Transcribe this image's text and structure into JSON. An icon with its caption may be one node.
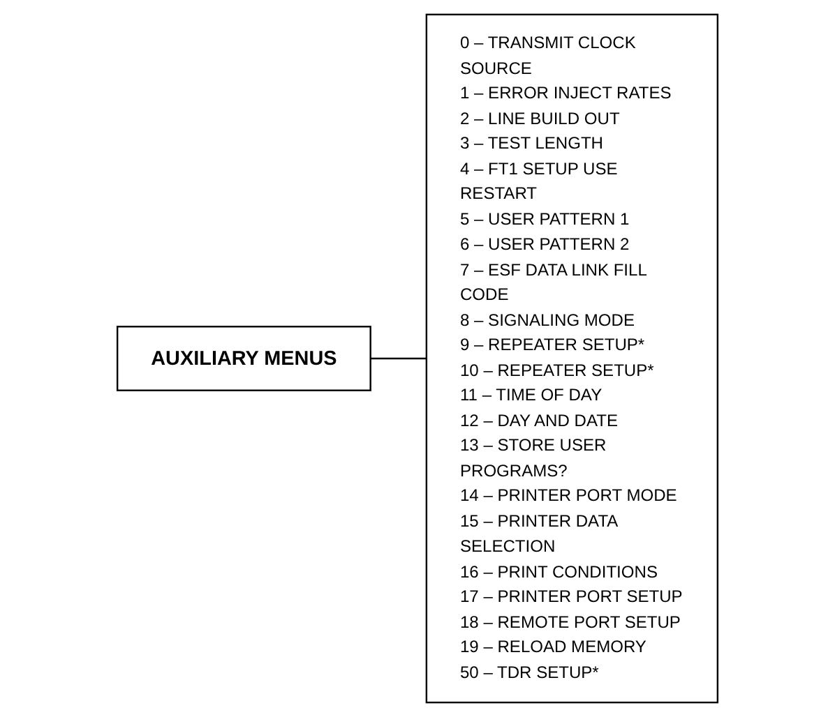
{
  "diagram": {
    "nodes": [
      {
        "text": [
          "AUXILIARY MENUS"
        ]
      },
      {
        "text": [
          "0 – TRANSMIT CLOCK SOURCE",
          "1 – ERROR INJECT RATES",
          "2 – LINE BUILD OUT",
          "3 – TEST LENGTH",
          "4 – FT1 SETUP USE RESTART",
          "5 – USER PATTERN 1",
          "6 – USER PATTERN 2",
          "7 – ESF DATA LINK FILL CODE",
          "8 – SIGNALING MODE",
          "9 – REPEATER SETUP*",
          "10 – REPEATER SETUP*",
          "11 – TIME OF DAY",
          "12 – DAY AND DATE",
          "13 – STORE USER PROGRAMS?",
          "14 – PRINTER PORT MODE",
          "15 – PRINTER DATA SELECTION",
          "16 – PRINT CONDITIONS",
          "17 – PRINTER PORT SETUP",
          "18 – REMOTE PORT SETUP",
          "19 – RELOAD MEMORY",
          "50 – TDR SETUP*"
        ]
      }
    ],
    "edges": [
      {
        "from": 0,
        "to": 1,
        "arrow": "none"
      }
    ]
  }
}
